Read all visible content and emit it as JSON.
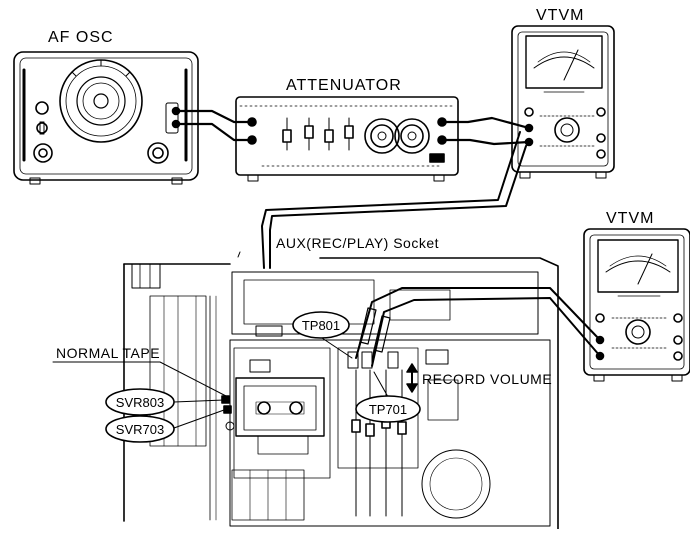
{
  "equipment": {
    "af_osc": "AF OSC",
    "attenuator": "ATTENUATOR",
    "vtvm_top": "VTVM",
    "vtvm_right": "VTVM"
  },
  "labels": {
    "aux_socket": "AUX(REC/PLAY) Socket",
    "normal_tape": "NORMAL TAPE",
    "record_volume": "RECORD VOLUME"
  },
  "callouts": {
    "tp801": "TP801",
    "tp701": "TP701",
    "svr803": "SVR803",
    "svr703": "SVR703"
  },
  "icons": {
    "updown_arrow": "updown-arrow-icon"
  }
}
